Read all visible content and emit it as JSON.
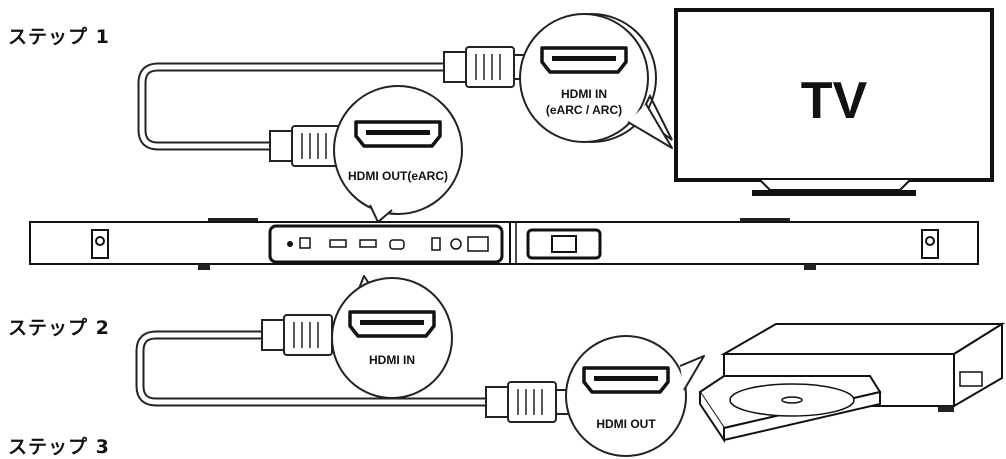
{
  "steps": {
    "step1": "ステップ 1",
    "step2": "ステップ 2",
    "step3": "ステップ 3"
  },
  "tv": {
    "label": "TV"
  },
  "callouts": {
    "tv_port_line1": "HDMI IN",
    "tv_port_line2": "(eARC / ARC)",
    "soundbar_out": "HDMI OUT(eARC)",
    "soundbar_in": "HDMI IN",
    "player_out": "HDMI OUT"
  },
  "icons": [
    "hdmi-port-icon",
    "hdmi-plug-icon",
    "tv-icon",
    "soundbar-icon",
    "disc-player-icon"
  ]
}
